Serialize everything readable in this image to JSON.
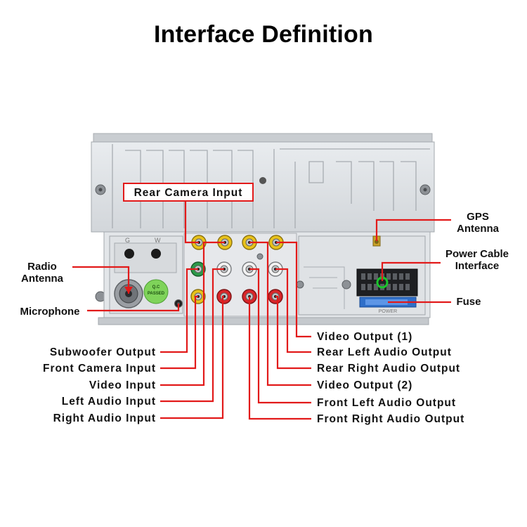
{
  "title": "Interface Definition",
  "labels": {
    "rear_camera_input": "Rear Camera Input",
    "gps_antenna": [
      "GPS",
      "Antenna"
    ],
    "power_cable_interface": [
      "Power Cable",
      "Interface"
    ],
    "fuse": "Fuse",
    "radio_antenna": [
      "Radio",
      "Antenna"
    ],
    "microphone": "Microphone",
    "left_column": [
      "Subwoofer Output",
      "Front Camera Input",
      "Video Input",
      "Left Audio Input",
      "Right Audio Input"
    ],
    "right_column": [
      "Video Output (1)",
      "Rear Left Audio Output",
      "Rear Right Audio Output",
      "Video Output (2)",
      "Front Left Audio Output",
      "Front Right Audio Output"
    ]
  },
  "unit_markings": {
    "g": "G",
    "w": "W",
    "qc_sticker": [
      "Q.C",
      "PASSED"
    ],
    "power_label": "POWER"
  },
  "colors": {
    "wire": "#e21a1a",
    "rca_yellow": "#e8c21a",
    "rca_white": "#f2f2f2",
    "rca_red": "#d8262a",
    "rca_green": "#2c9a4a",
    "highlight_green": "#19c52b",
    "qc_sticker": "#7fd35a"
  }
}
